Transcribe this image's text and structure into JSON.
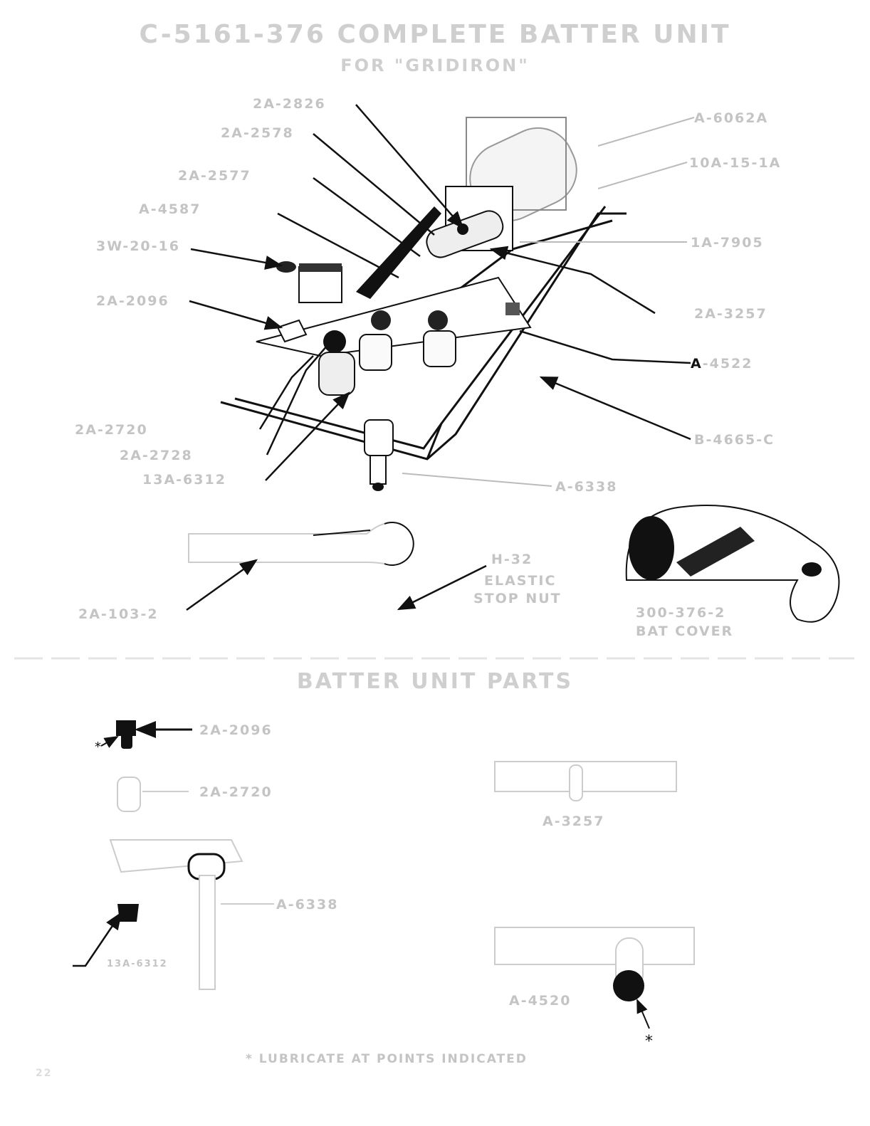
{
  "header": {
    "title": "C-5161-376  COMPLETE BATTER UNIT",
    "subtitle": "FOR \"GRIDIRON\""
  },
  "assembly_labels": {
    "l1": "2A-2826",
    "l2": "2A-2578",
    "l3": "2A-2577",
    "l4": "A-4587",
    "l5": "3W-20-16",
    "l6": "2A-2096",
    "l7": "2A-2720",
    "l8": "2A-2728",
    "l9": "13A-6312",
    "r1": "A-6062A",
    "r2": "10A-15-1A",
    "r3": "1A-7905",
    "r4": "2A-3257",
    "r5_prefix": "A",
    "r5_rest": "-4522",
    "r6": "B-4665-C",
    "b1": "A-6338"
  },
  "loose_parts": {
    "bat": "2A-103-2",
    "nut_line1": "H-32",
    "nut_line2": "ELASTIC",
    "nut_line3": "STOP NUT",
    "cover_line1": "300-376-2",
    "cover_line2": "BAT COVER"
  },
  "parts_section": {
    "title": "BATTER UNIT PARTS",
    "p1": "2A-2096",
    "p2": "2A-2720",
    "p3": "A-3257",
    "p4": "A-6338",
    "p5": "13A-6312",
    "p6": "A-4520"
  },
  "footer": {
    "note": "*  LUBRICATE AT POINTS INDICATED",
    "page": "22"
  }
}
